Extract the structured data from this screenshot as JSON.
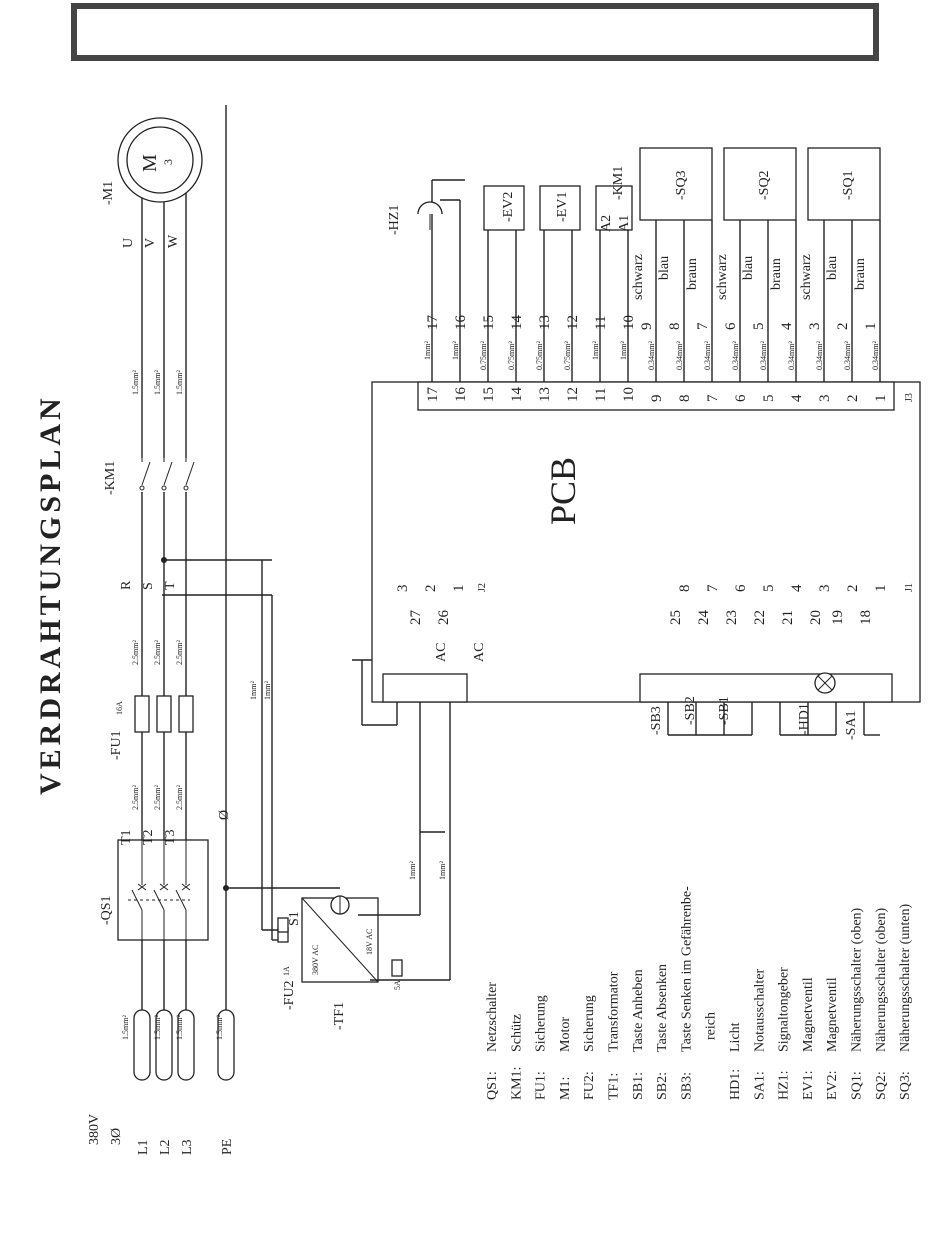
{
  "title": "VERDRAHTUNGSPLAN",
  "pcb_label": "PCB",
  "supply": {
    "voltage": "380V",
    "phase": "3Ø",
    "inputs": [
      "L1",
      "L2",
      "L3",
      "PE"
    ]
  },
  "components": {
    "qs1": "-QS1",
    "fu1": "-FU1",
    "fu1_rating": "16A",
    "km1": "-KM1",
    "m1": "-M1",
    "motor_symbol": "M",
    "motor_phase": "3",
    "motor_terminals": [
      "U",
      "V",
      "W"
    ],
    "tf1": "-TF1",
    "tf1_primary": "380V AC",
    "tf1_secondary": "18V AC",
    "fu2": "-FU2",
    "fu2_rating": "1A",
    "fu3_rating": "5A",
    "s1": "S1",
    "hz1": "-HZ1",
    "ev2": "-EV2",
    "ev1": "-EV1",
    "km1_coil": "-KM1",
    "a2": "A2",
    "a1": "A1",
    "sq3": "-SQ3",
    "sq2": "-SQ2",
    "sq1": "-SQ1",
    "sb3": "-SB3",
    "sb2": "-SB2",
    "sb1": "-SB1",
    "hd1": "-HD1",
    "sa1": "-SA1",
    "t_labels": [
      "T1",
      "T2",
      "T3"
    ],
    "rst_labels": [
      "R",
      "S",
      "T"
    ],
    "ac_labels": [
      "AC",
      "AC"
    ],
    "phi": "Ø"
  },
  "wire_sizes": {
    "w15": "1.5mm²",
    "w25": "2.5mm²",
    "w1": "1mm²",
    "w075": "0.75mm²",
    "w034": "0.34mm²"
  },
  "sensor_colors": [
    "schwarz",
    "blau",
    "braun"
  ],
  "j3": {
    "label": "J3",
    "pins": [
      "17",
      "16",
      "15",
      "14",
      "13",
      "12",
      "11",
      "10",
      "9",
      "8",
      "7",
      "6",
      "5",
      "4",
      "3",
      "2",
      "1"
    ],
    "wire_nums": [
      "17",
      "16",
      "15",
      "14",
      "13",
      "12",
      "11",
      "10",
      "9",
      "8",
      "7",
      "6",
      "5",
      "4",
      "3",
      "2",
      "1"
    ]
  },
  "j2": {
    "label": "J2",
    "pins": [
      "3",
      "2",
      "1"
    ],
    "wire_nums": [
      "27",
      "26"
    ]
  },
  "j1": {
    "label": "J1",
    "pins": [
      "",
      "8",
      "7",
      "6",
      "5",
      "4",
      "3",
      "2",
      "1"
    ],
    "wire_nums": [
      "25",
      "24",
      "23",
      "22",
      "21",
      "20",
      "19",
      "18"
    ]
  },
  "legend": [
    {
      "code": "QS1:",
      "desc": "Netzschalter"
    },
    {
      "code": "KM1:",
      "desc": "Schütz"
    },
    {
      "code": "FU1:",
      "desc": "Sicherung"
    },
    {
      "code": "M1:",
      "desc": "Motor"
    },
    {
      "code": "FU2:",
      "desc": "Sicherung"
    },
    {
      "code": "TF1:",
      "desc": "Transformator"
    },
    {
      "code": "SB1:",
      "desc": "Taste Anheben"
    },
    {
      "code": "SB2:",
      "desc": "Taste Absenken"
    },
    {
      "code": "SB3:",
      "desc": "Taste Senken im Gefährenbe-"
    },
    {
      "code": "",
      "desc": "reich"
    },
    {
      "code": "HD1:",
      "desc": "Licht"
    },
    {
      "code": "SA1:",
      "desc": "Notausschalter"
    },
    {
      "code": "HZ1:",
      "desc": "Signaltongeber"
    },
    {
      "code": "EV1:",
      "desc": "Magnetventil"
    },
    {
      "code": "EV2:",
      "desc": "Magnetventil"
    },
    {
      "code": "SQ1:",
      "desc": "Näherungsschalter (oben)"
    },
    {
      "code": "SQ2:",
      "desc": "Näherungsschalter (oben)"
    },
    {
      "code": "SQ3:",
      "desc": "Näherungsschalter (unten)"
    }
  ]
}
